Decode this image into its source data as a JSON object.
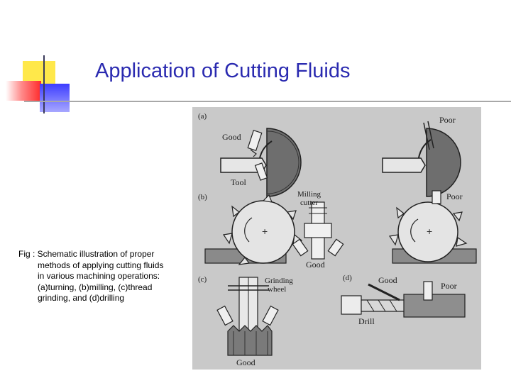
{
  "slide": {
    "title": "Application of Cutting Fluids",
    "caption": "Fig : Schematic illustration of proper methods of applying cutting fluids in various machining operations: (a)turning, (b)milling, (c)thread grinding, and (d)drilling"
  },
  "figure": {
    "panels": {
      "a": "(a)",
      "b": "(b)",
      "c": "(c)",
      "d": "(d)"
    },
    "labels": {
      "good_a": "Good",
      "tool_a": "Tool",
      "poor_a": "Poor",
      "milling_cutter_1": "Milling",
      "milling_cutter_2": "cutter",
      "poor_b": "Poor",
      "good_b": "Good",
      "grinding_wheel_1": "Grinding",
      "grinding_wheel_2": "wheel",
      "good_c": "Good",
      "good_d": "Good",
      "poor_d": "Poor",
      "drill_d": "Drill"
    }
  },
  "colors": {
    "title": "#2a2ab0",
    "figure_bg": "#c9c9c9"
  }
}
